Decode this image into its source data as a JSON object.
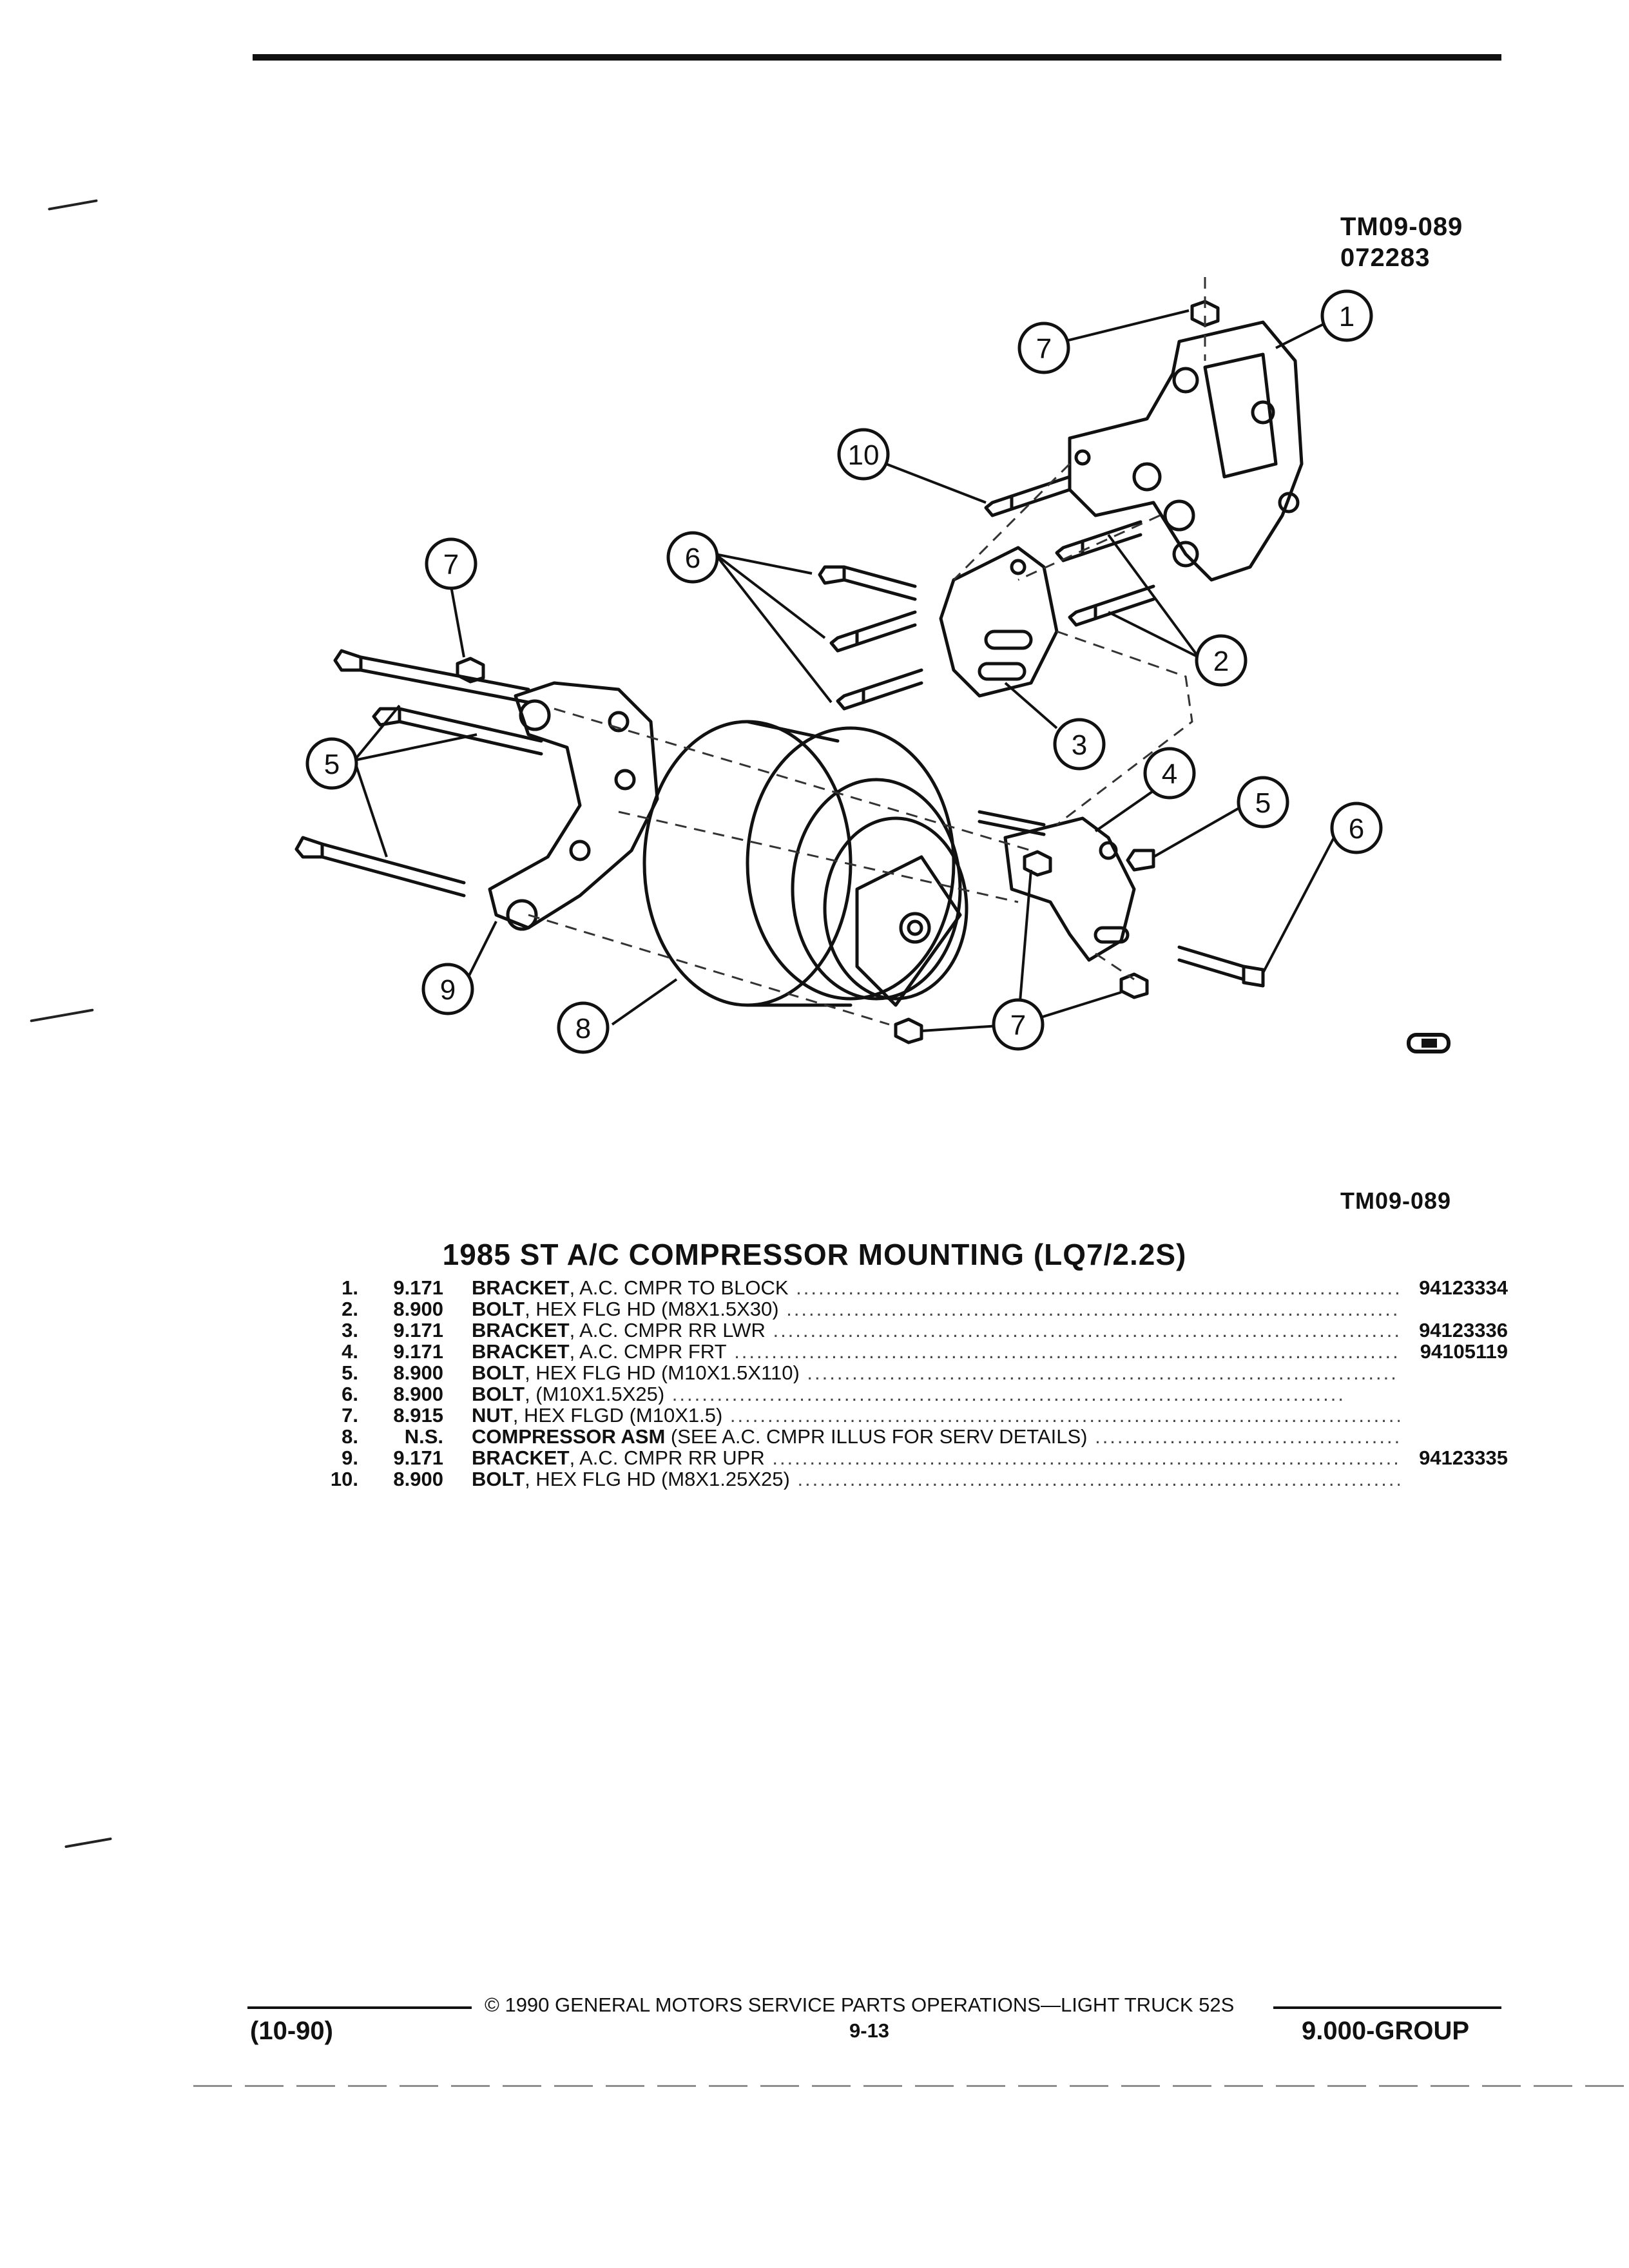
{
  "figure": {
    "ref_top": "TM09-089",
    "ref_date": "072283",
    "ref_bottom": "TM09-089",
    "callouts": [
      "1",
      "2",
      "3",
      "4",
      "5",
      "5",
      "6",
      "6",
      "7",
      "7",
      "7",
      "8",
      "9",
      "10"
    ]
  },
  "title": "1985 ST A/C COMPRESSOR MOUNTING (LQ7/2.2S)",
  "parts": [
    {
      "num": "1.",
      "code": "9.171",
      "name": "BRACKET",
      "desc": ", A.C. CMPR TO BLOCK",
      "pn": "94123334"
    },
    {
      "num": "2.",
      "code": "8.900",
      "name": "BOLT",
      "desc": ", HEX FLG HD (M8X1.5X30)",
      "pn": ""
    },
    {
      "num": "3.",
      "code": "9.171",
      "name": "BRACKET",
      "desc": ", A.C. CMPR RR LWR",
      "pn": "94123336"
    },
    {
      "num": "4.",
      "code": "9.171",
      "name": "BRACKET",
      "desc": ", A.C. CMPR FRT",
      "pn": "94105119"
    },
    {
      "num": "5.",
      "code": "8.900",
      "name": "BOLT",
      "desc": ", HEX FLG HD (M10X1.5X110)",
      "pn": ""
    },
    {
      "num": "6.",
      "code": "8.900",
      "name": "BOLT",
      "desc": ", (M10X1.5X25)",
      "pn": ""
    },
    {
      "num": "7.",
      "code": "8.915",
      "name": "NUT",
      "desc": ", HEX FLGD (M10X1.5)",
      "pn": ""
    },
    {
      "num": "8.",
      "code": "N.S.",
      "name": "COMPRESSOR ASM",
      "desc": " (SEE A.C. CMPR ILLUS FOR SERV DETAILS)",
      "pn": ""
    },
    {
      "num": "9.",
      "code": "9.171",
      "name": "BRACKET",
      "desc": ", A.C. CMPR RR UPR",
      "pn": "94123335"
    },
    {
      "num": "10.",
      "code": "8.900",
      "name": "BOLT",
      "desc": ", HEX FLG HD (M8X1.25X25)",
      "pn": ""
    }
  ],
  "footer": {
    "copyright": "© 1990 GENERAL MOTORS SERVICE PARTS OPERATIONS—LIGHT TRUCK 52S",
    "date": "(10-90)",
    "page": "9-13",
    "group": "9.000-GROUP"
  },
  "icons": {
    "publisher_logo": "gm-parts-logo-icon"
  }
}
